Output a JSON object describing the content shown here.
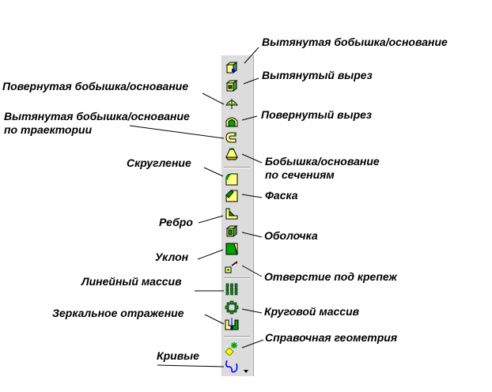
{
  "toolbar": {
    "tools": [
      {
        "id": "extruded-boss",
        "icon": "extruded-boss-icon"
      },
      {
        "id": "extruded-cut",
        "icon": "extruded-cut-icon"
      },
      {
        "id": "revolved-boss",
        "icon": "revolved-boss-icon"
      },
      {
        "id": "revolved-cut",
        "icon": "revolved-cut-icon"
      },
      {
        "id": "swept-boss",
        "icon": "swept-boss-icon"
      },
      {
        "id": "lofted-boss",
        "icon": "lofted-boss-icon"
      },
      {
        "id": "fillet",
        "icon": "fillet-icon"
      },
      {
        "id": "chamfer",
        "icon": "chamfer-icon"
      },
      {
        "id": "rib",
        "icon": "rib-icon"
      },
      {
        "id": "shell",
        "icon": "shell-icon"
      },
      {
        "id": "draft",
        "icon": "draft-icon"
      },
      {
        "id": "hole-wizard",
        "icon": "hole-wizard-icon"
      },
      {
        "id": "linear-pattern",
        "icon": "linear-pattern-icon"
      },
      {
        "id": "circular-pattern",
        "icon": "circular-pattern-icon"
      },
      {
        "id": "mirror",
        "icon": "mirror-icon"
      },
      {
        "id": "reference-geometry",
        "icon": "reference-geometry-icon"
      },
      {
        "id": "curves",
        "icon": "curves-icon"
      }
    ],
    "dropdown_icon": "dropdown-arrow-icon"
  },
  "labels": {
    "extruded_boss": "Вытянутая бобышка/основание",
    "extruded_cut": "Вытянутый вырез",
    "revolved_boss": "Повернутая бобышка/основание",
    "revolved_cut": "Повернутый вырез",
    "swept_boss_line1": "Вытянутая бобышка/основание",
    "swept_boss_line2": "по траектории",
    "lofted_boss_line1": "Бобышка/основание",
    "lofted_boss_line2": "по сечениям",
    "fillet": "Скругление",
    "chamfer": "Фаска",
    "rib": "Ребро",
    "shell": "Оболочка",
    "draft": "Уклон",
    "hole_wizard": "Отверстие под крепеж",
    "linear_pattern": "Линейный массив",
    "circular_pattern": "Круговой массив",
    "mirror": "Зеркальное отражение",
    "reference_geometry": "Справочная геометрия",
    "curves": "Кривые"
  },
  "colors": {
    "toolbar_bg": "#dcdcdc",
    "feature_yellow": "#ffff80",
    "feature_green": "#00a000",
    "accent_blue": "#0000ff"
  }
}
